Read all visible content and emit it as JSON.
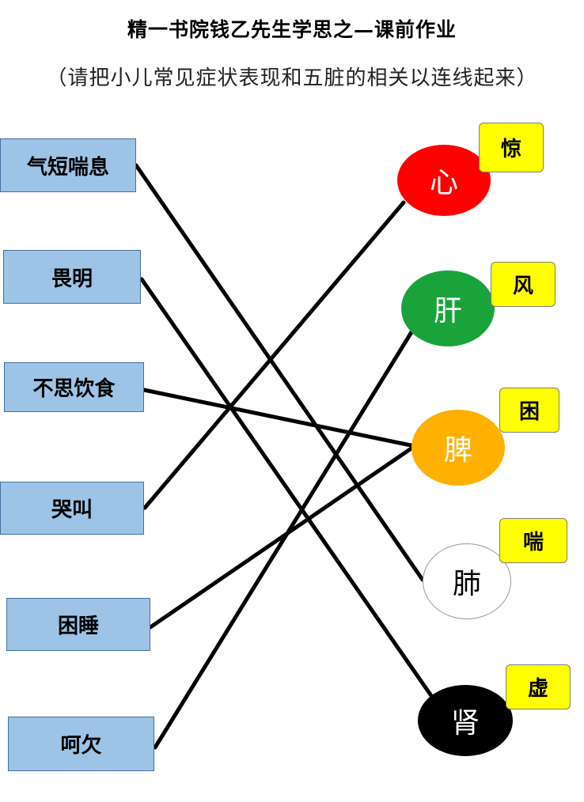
{
  "title": "精一书院钱乙先生学思之—课前作业",
  "subtitle": "（请把小儿常见症状表现和五脏的相关以连线起来）",
  "symptoms": [
    {
      "label": "气短喘息"
    },
    {
      "label": "畏明"
    },
    {
      "label": "不思饮食"
    },
    {
      "label": "哭叫"
    },
    {
      "label": "困睡"
    },
    {
      "label": "呵欠"
    }
  ],
  "organs": [
    {
      "label": "心",
      "tag": "惊",
      "fill": "#ff0000",
      "text_color": "#ffffff"
    },
    {
      "label": "肝",
      "tag": "风",
      "fill": "#1aa33a",
      "text_color": "#ffffff"
    },
    {
      "label": "脾",
      "tag": "困",
      "fill": "#ffb000",
      "text_color": "#ffffff"
    },
    {
      "label": "肺",
      "tag": "喘",
      "fill": "#ffffff",
      "text_color": "#000000"
    },
    {
      "label": "肾",
      "tag": "虚",
      "fill": "#000000",
      "text_color": "#ffffff"
    }
  ],
  "connections": [
    {
      "from": "气短喘息",
      "to": "肺"
    },
    {
      "from": "畏明",
      "to": "肾"
    },
    {
      "from": "不思饮食",
      "to": "脾"
    },
    {
      "from": "哭叫",
      "to": "心"
    },
    {
      "from": "困睡",
      "to": "脾"
    },
    {
      "from": "呵欠",
      "to": "肝"
    }
  ]
}
